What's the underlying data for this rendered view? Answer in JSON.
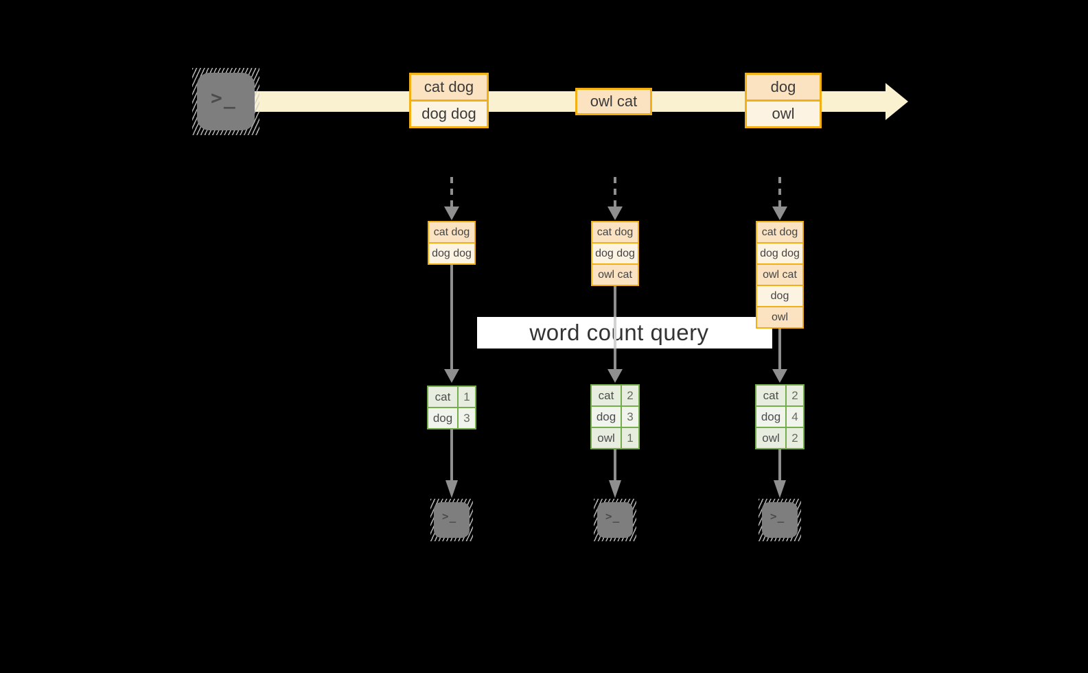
{
  "banner": {
    "label": "word count query"
  },
  "icons": {
    "terminal_prompt": ">_"
  },
  "stream": {
    "event1": {
      "row1": "cat dog",
      "row2": "dog dog"
    },
    "event2": {
      "row1": "owl cat"
    },
    "event3": {
      "row1": "dog",
      "row2": "owl"
    }
  },
  "columns": [
    {
      "state": [
        "cat dog",
        "dog dog"
      ],
      "counts": [
        {
          "word": "cat",
          "n": "1"
        },
        {
          "word": "dog",
          "n": "3"
        }
      ]
    },
    {
      "state": [
        "cat dog",
        "dog dog",
        "owl cat"
      ],
      "counts": [
        {
          "word": "cat",
          "n": "2"
        },
        {
          "word": "dog",
          "n": "3"
        },
        {
          "word": "owl",
          "n": "1"
        }
      ]
    },
    {
      "state": [
        "cat dog",
        "dog dog",
        "owl cat",
        "dog",
        "owl"
      ],
      "counts": [
        {
          "word": "cat",
          "n": "2"
        },
        {
          "word": "dog",
          "n": "4"
        },
        {
          "word": "owl",
          "n": "2"
        }
      ]
    }
  ],
  "colors": {
    "background": "#000000",
    "stream_band": "#faf1d1",
    "event_border": "#f2b015",
    "event_fill_dark": "#fbe2c1",
    "event_fill_light": "#fdf3e3",
    "table_border": "#76ad4b",
    "table_fill_dark": "#e7eddf",
    "table_fill_light": "#f1f4ec",
    "arrow_gray": "#8f8f8f",
    "terminal_gray": "#7e7e7e",
    "banner_bg": "#ffffff"
  }
}
